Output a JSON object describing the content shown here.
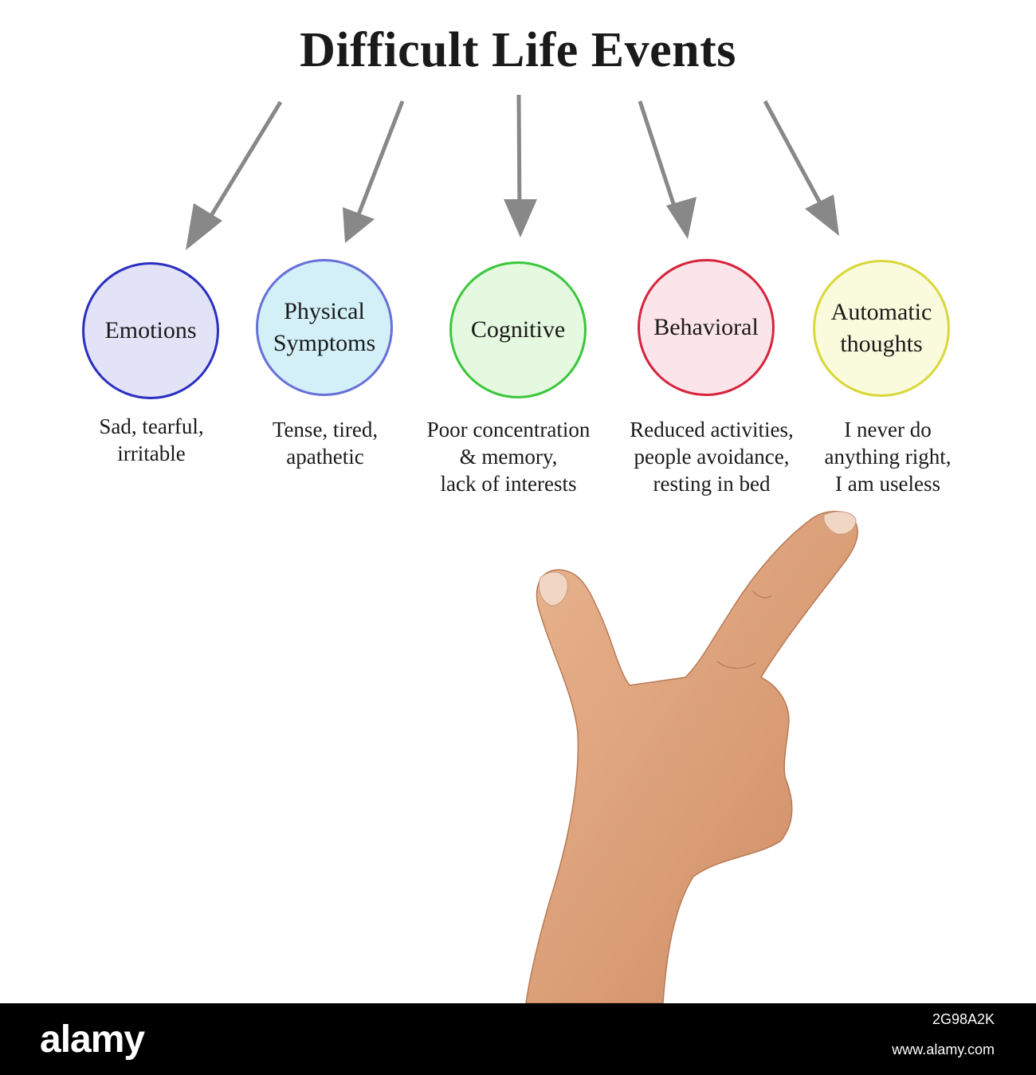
{
  "diagram": {
    "title": "Difficult Life Events",
    "nodes": [
      {
        "label": "Emotions",
        "description": "Sad, tearful,\nirritable",
        "fill": "#e2e3f7",
        "stroke": "#2a2fc0"
      },
      {
        "label": "Physical\nSymptoms",
        "description": "Tense, tired,\napathetic",
        "fill": "#d3f0f8",
        "stroke": "#6670d8"
      },
      {
        "label": "Cognitive",
        "description": "Poor concentration\n& memory,\nlack of interests",
        "fill": "#e4f9df",
        "stroke": "#3bc63b"
      },
      {
        "label": "Behavioral",
        "description": "Reduced activities,\npeople avoidance,\nresting in bed",
        "fill": "#fbe4ea",
        "stroke": "#d6243c"
      },
      {
        "label": "Automatic\nthoughts",
        "description": "I never do\nanything right,\nI am useless",
        "fill": "#fafadc",
        "stroke": "#d8d83a"
      }
    ],
    "arrow_color": "#888888"
  },
  "footer": {
    "logo": "alamy",
    "image_id": "2G98A2K",
    "url": "www.alamy.com"
  }
}
